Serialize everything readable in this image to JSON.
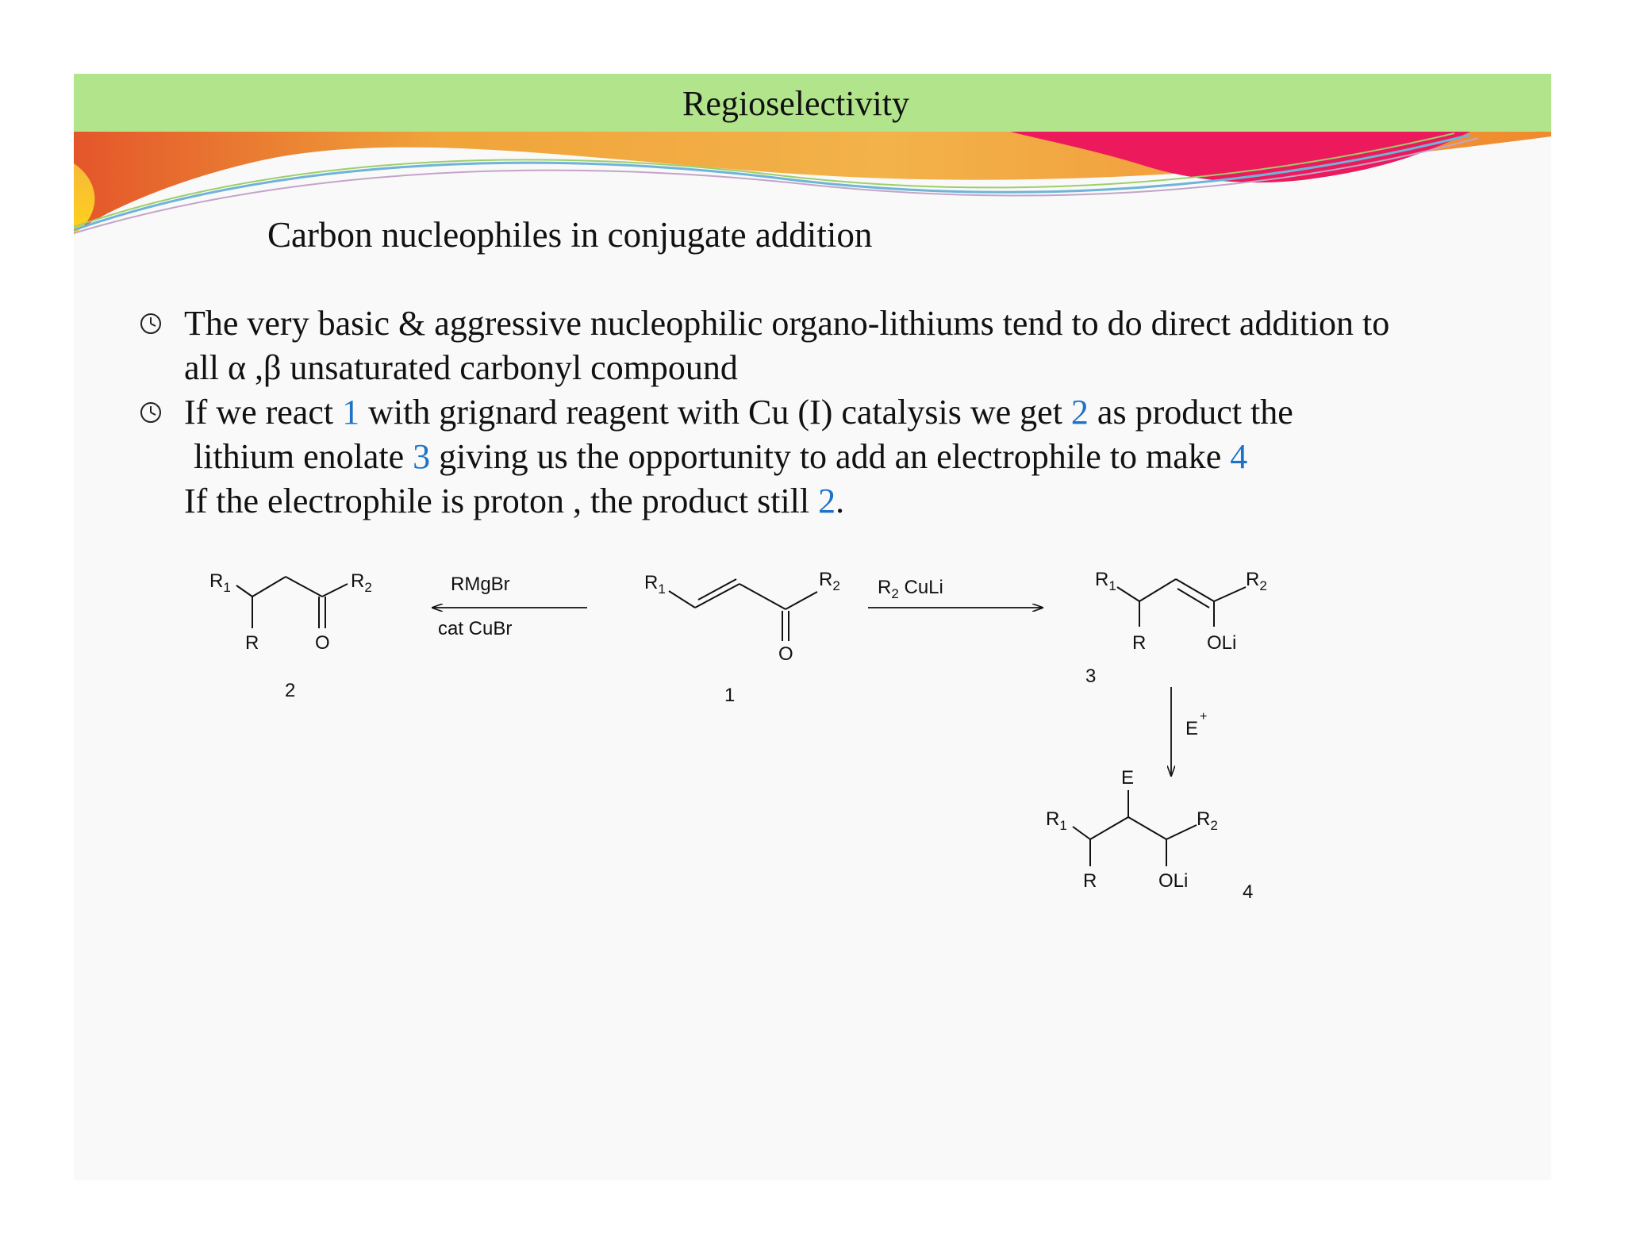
{
  "slide": {
    "title": "Regioselectivity",
    "subtitle": "Carbon nucleophiles in conjugate  addition",
    "bullet_icon": "clock-icon"
  },
  "bullets": {
    "b1_line1": "The very basic & aggressive nucleophilic organo-lithiums tend to do  direct addition to",
    "b1_line2": "all α ,β unsaturated  carbonyl compound",
    "b2_l1_a": " If we react ",
    "b2_l1_n1": "1",
    "b2_l1_b": " with grignard reagent  with Cu (I) catalysis we get ",
    "b2_l1_n2": "2",
    "b2_l1_c": " as product  the",
    "b2_l2_a": "lithium  enolate ",
    "b2_l2_n3": "3",
    "b2_l2_b": " giving us the opportunity  to add an electrophile to make ",
    "b2_l2_n4": "4",
    "b2_l3_a": "If the electrophile  is proton , the product still ",
    "b2_l3_n2": "2",
    "b2_l3_b": "."
  },
  "colors": {
    "title_bar": "#b2e48c",
    "compound_number": "#1e73c8",
    "text": "#111111"
  },
  "scheme": {
    "c2": {
      "r1": "R",
      "r1_sub": "1",
      "r2": "R",
      "r2_sub": "2",
      "r": "R",
      "o": "O",
      "number": "2"
    },
    "reagent_left": {
      "top": "RMgBr",
      "bottom": "cat CuBr"
    },
    "c1": {
      "r1": "R",
      "r1_sub": "1",
      "r2": "R",
      "r2_sub": "2",
      "o": "O",
      "number": "1"
    },
    "reagent_right": {
      "r": "R",
      "sub": "2",
      "rest": " CuLi"
    },
    "c3": {
      "r1": "R",
      "r1_sub": "1",
      "r2": "R",
      "r2_sub": "2",
      "r": "R",
      "oli": "OLi",
      "number": "3"
    },
    "reagent_down": {
      "e": "E",
      "charge": "+"
    },
    "c4": {
      "e": "E",
      "r1": "R",
      "r1_sub": "1",
      "r2": "R",
      "r2_sub": "2",
      "r": "R",
      "oli": "OLi",
      "number": "4"
    }
  }
}
